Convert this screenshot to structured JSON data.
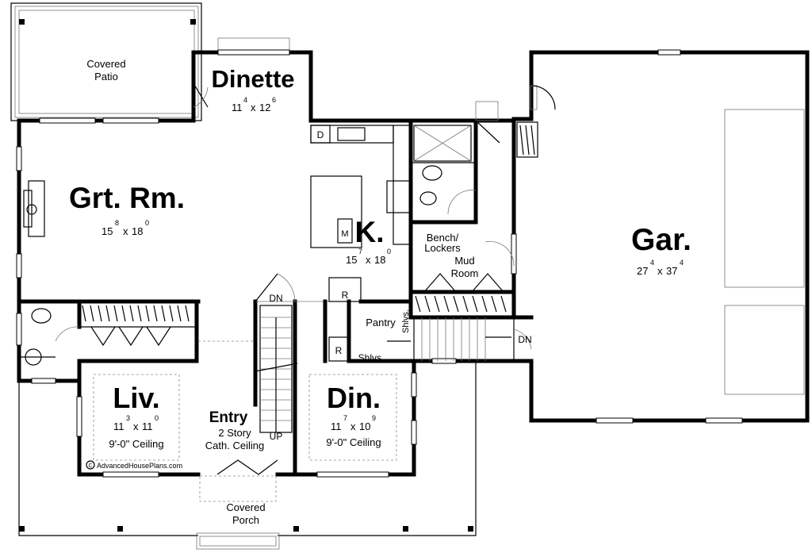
{
  "rooms": {
    "patio": {
      "line1": "Covered",
      "line2": "Patio"
    },
    "dinette": {
      "name": "Dinette",
      "w": "11",
      "w_in": "4",
      "x": "x",
      "l": "12",
      "l_in": "6"
    },
    "great_room": {
      "name": "Grt. Rm.",
      "w": "15",
      "w_in": "8",
      "x": "x",
      "l": "18",
      "l_in": "0"
    },
    "kitchen": {
      "name": "K.",
      "w": "15",
      "w_in": "7",
      "x": "x",
      "l": "18",
      "l_in": "0",
      "appliance_d": "D",
      "appliance_m": "M"
    },
    "garage": {
      "name": "Gar.",
      "w": "27",
      "w_in": "4",
      "x": "x",
      "l": "37",
      "l_in": "4",
      "stair_note": "DN"
    },
    "living": {
      "name": "Liv.",
      "w": "11",
      "w_in": "3",
      "x": "x",
      "l": "11",
      "l_in": "0",
      "ceiling": "9'-0\" Ceiling"
    },
    "dining": {
      "name": "Din.",
      "w": "11",
      "w_in": "7",
      "x": "x",
      "l": "10",
      "l_in": "9",
      "ceiling": "9'-0\" Ceiling"
    },
    "entry": {
      "name": "Entry",
      "line2": "2 Story",
      "line3": "Cath. Ceiling"
    },
    "mud_room": {
      "line1": "Bench/",
      "line2": "Lockers",
      "line3": "Mud",
      "line4": "Room"
    },
    "pantry": {
      "name": "Pantry",
      "shelves_v": "Shlvs.",
      "shelves_h": "Shlvs.",
      "fridge_1": "R",
      "fridge_2": "R"
    },
    "porch": {
      "line1": "Covered",
      "line2": "Porch"
    }
  },
  "stairs": {
    "down": "DN",
    "up": "UP"
  },
  "watermark": "AdvancedHousePlans.com",
  "copyright_symbol": "C"
}
